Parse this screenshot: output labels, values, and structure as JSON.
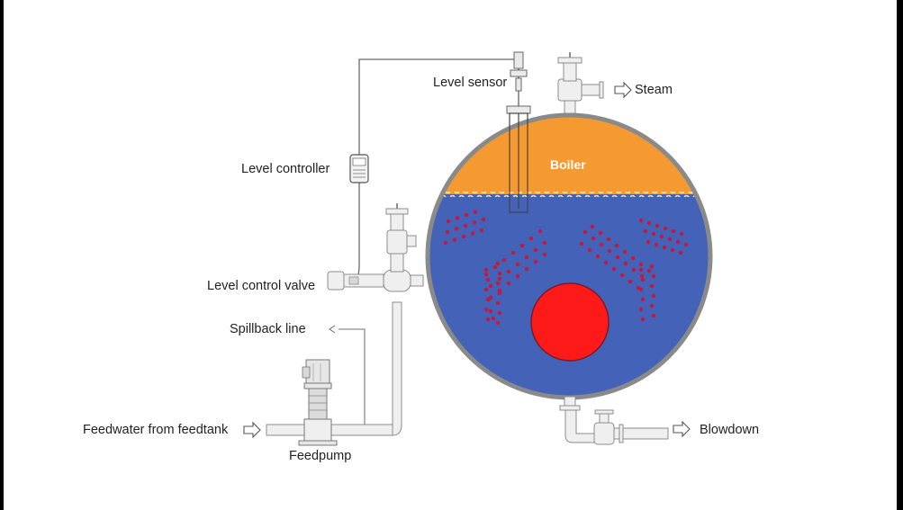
{
  "labels": {
    "level_sensor": "Level sensor",
    "steam": "Steam",
    "level_controller": "Level controller",
    "boiler": "Boiler",
    "level_control_valve": "Level control valve",
    "spillback_line": "Spillback line",
    "feedwater": "Feedwater from feedtank",
    "feedpump": "Feedpump",
    "blowdown": "Blowdown"
  },
  "colors": {
    "steam_space": "#f59a30",
    "water": "#4362b8",
    "vessel_outline": "#8a8a8a",
    "fire_tube": "#ff1a1a",
    "bubbles": "#c4183c",
    "pipe_fill": "#efefef",
    "pipe_stroke": "#8c8c8c"
  },
  "icons": [
    "flow-arrow-icon",
    "controller-icon",
    "valve-icon",
    "pump-icon",
    "sensor-icon"
  ]
}
